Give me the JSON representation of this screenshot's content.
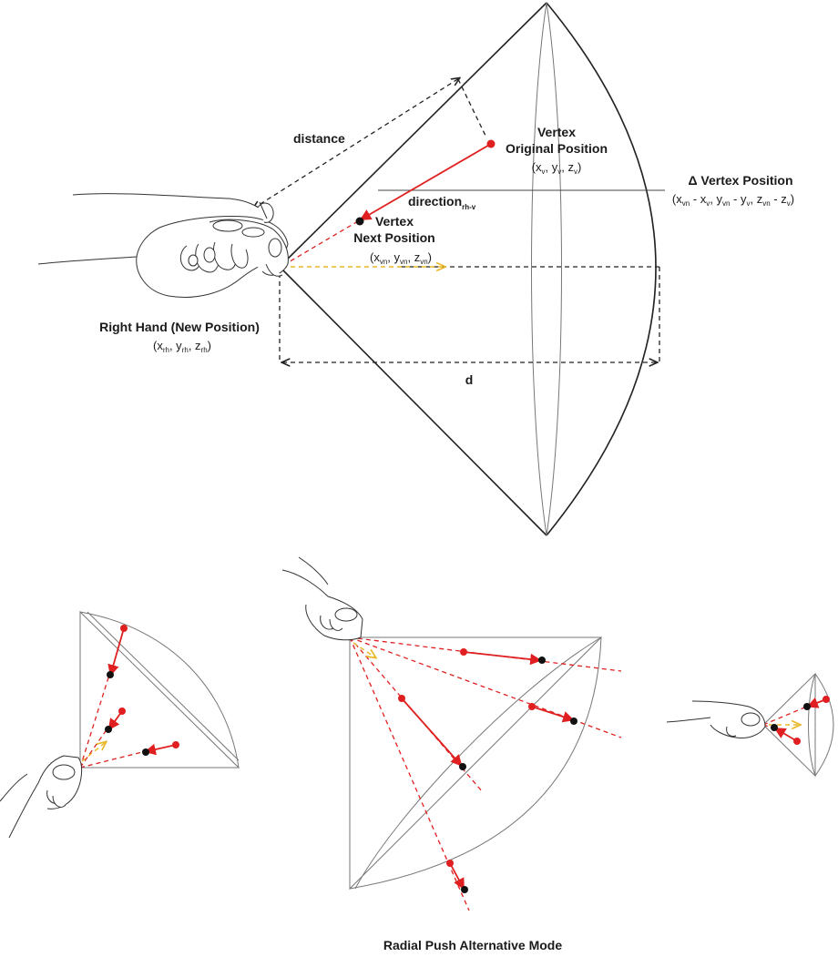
{
  "main_diagram": {
    "label_distance": "distance",
    "vertex_original": {
      "line1": "Vertex",
      "line2": "Original Position",
      "coord_parts": [
        "(x",
        "v",
        ", y",
        "v",
        ", z",
        "v",
        ")"
      ]
    },
    "delta_vertex": {
      "title": "Δ Vertex Position",
      "coord_parts": [
        "(x",
        "vn",
        " - x",
        "v",
        ", y",
        "vn",
        " - y",
        "v",
        ", z",
        "vn",
        " - z",
        "v",
        ")"
      ]
    },
    "direction": {
      "text": "direction",
      "sub": "rh-v"
    },
    "vertex_next": {
      "line1": "Vertex",
      "line2": "Next Position",
      "coord_parts": [
        "(x",
        "vn",
        ", y",
        "vn",
        ", z",
        "vn",
        ")"
      ]
    },
    "right_hand": {
      "title": "Right Hand (New Position)",
      "coord_parts": [
        "(x",
        "rh",
        ", y",
        "rh",
        ", z",
        "rh",
        ")"
      ]
    },
    "label_d": "d"
  },
  "caption": "Radial Push Alternative Mode",
  "colors": {
    "red": "#e02020",
    "yellow": "#e8b828",
    "line": "#222222",
    "black": "#111111"
  },
  "icons": [
    "hand-controller-icon"
  ]
}
